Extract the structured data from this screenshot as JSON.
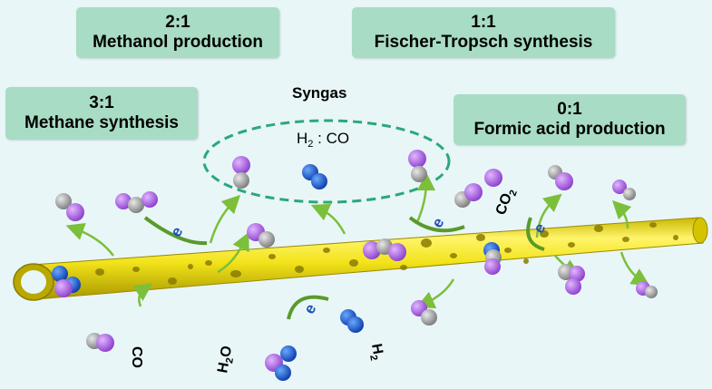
{
  "boxes": {
    "methanol": {
      "ratio": "2:1",
      "name": "Methanol production"
    },
    "fischer": {
      "ratio": "1:1",
      "name": "Fischer-Tropsch synthesis"
    },
    "methane": {
      "ratio": "3:1",
      "name": "Methane synthesis"
    },
    "formic": {
      "ratio": "0:1",
      "name": "Formic acid production"
    }
  },
  "syngas": {
    "title": "Syngas",
    "h2": "H",
    "h2_sub": "2",
    "sep": " : CO"
  },
  "labels": {
    "co": "CO",
    "co2": "CO",
    "co2_sub": "2",
    "h2o": "H",
    "h2o_sub": "2",
    "h2o_tail": "O",
    "h2": "H",
    "h2_sub": "2",
    "electron": "e"
  },
  "colors": {
    "background": "#e8f6f8",
    "box": "#a8dcc4",
    "tube": "#f2e31a",
    "tube_dark": "#b8a800",
    "carbon": "#9a9a9a",
    "oxygen": "#a05ad8",
    "hydrogen": "#1f5fd0",
    "arrow": "#7cbf3a",
    "dashed": "#2aa87a"
  }
}
